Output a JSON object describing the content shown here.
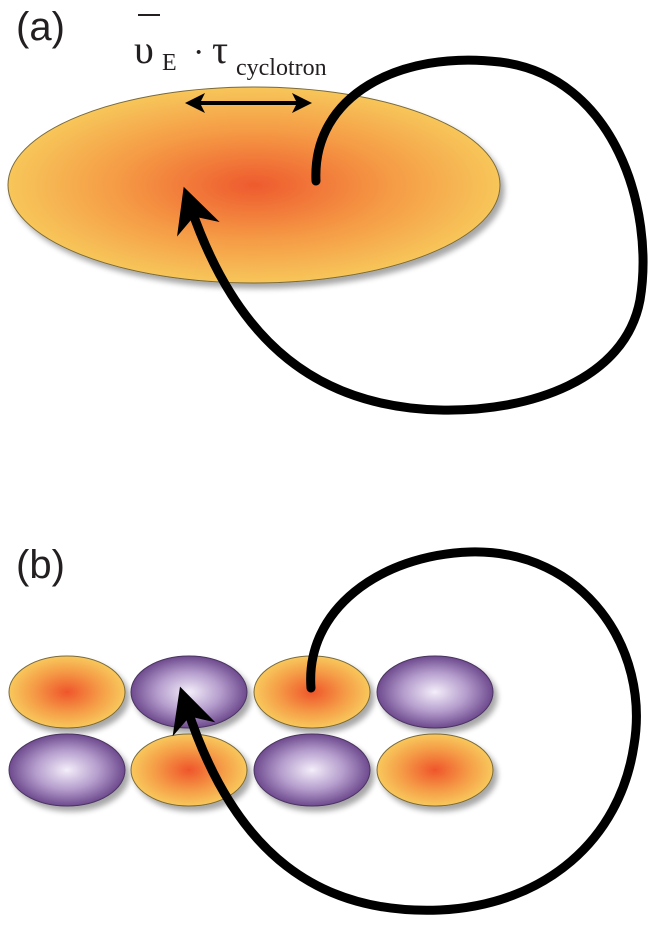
{
  "panel_a": {
    "label": "(a)",
    "formula": {
      "v_symbol": "υ",
      "v_subscript": "E",
      "dot": "·",
      "tau_symbol": "τ",
      "tau_subscript": "cyclotron"
    }
  },
  "panel_b": {
    "label": "(b)",
    "grid": [
      [
        "orange",
        "purple",
        "orange",
        "purple"
      ],
      [
        "purple",
        "orange",
        "purple",
        "orange"
      ]
    ]
  },
  "colors": {
    "orange_center": "#ee5a2e",
    "orange_edge": "#f7c65a",
    "purple_center": "#f4eefa",
    "purple_edge": "#6e4a8e",
    "stroke": "#000000",
    "text": "#231f20"
  }
}
